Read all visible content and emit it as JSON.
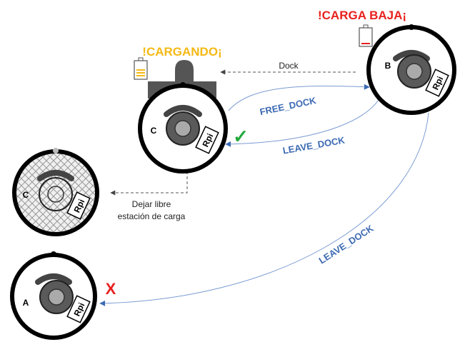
{
  "robots": {
    "b": {
      "letter": "B",
      "tag": "Rpi",
      "status": "!CARGA BAJA¡"
    },
    "c": {
      "letter": "C",
      "tag": "Rpi",
      "status": "!CARGANDO¡"
    },
    "c2": {
      "letter": "C",
      "tag": "Rpi"
    },
    "a": {
      "letter": "A",
      "tag": "Rpi"
    }
  },
  "edges": {
    "dock": "Dock",
    "free_dock": "FREE_DOCK",
    "leave_dock_1": "LEAVE_DOCK",
    "leave_dock_2": "LEAVE_DOCK",
    "release_line1": "Dejar libre",
    "release_line2": "estación de carga"
  },
  "marks": {
    "ok": "✓",
    "fail": "X"
  },
  "colors": {
    "low_battery": "#e8211e",
    "charging": "#f5b914",
    "protocol": "#3d6ab3",
    "arrow": "#3d6ab3",
    "ok": "#22a83b",
    "fail": "#e8211e"
  }
}
